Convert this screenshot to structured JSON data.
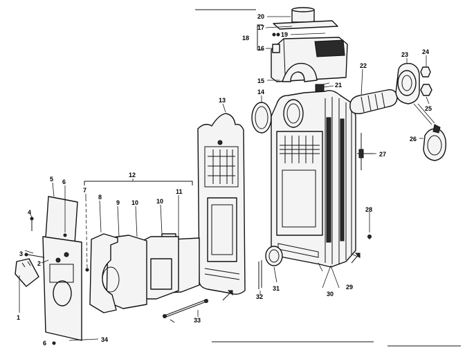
{
  "callouts": {
    "c1": "1",
    "c2": "2",
    "c3": "3",
    "c4": "4",
    "c5": "5",
    "c6": "6",
    "c6b": "6",
    "c7": "7",
    "c8": "8",
    "c9": "9",
    "c10": "10",
    "c10b": "10",
    "c11": "11",
    "c12": "12",
    "c13": "13",
    "c14": "14",
    "c15": "15",
    "c16": "16",
    "c17": "17",
    "c18": "18",
    "c19": "19",
    "c20": "20",
    "c21": "21",
    "c22": "22",
    "c23": "23",
    "c24": "24",
    "c25": "25",
    "c26": "26",
    "c27": "27",
    "c28": "28",
    "c29": "29",
    "c30": "30",
    "c31": "31",
    "c32": "32",
    "c33": "33",
    "c34": "34"
  }
}
